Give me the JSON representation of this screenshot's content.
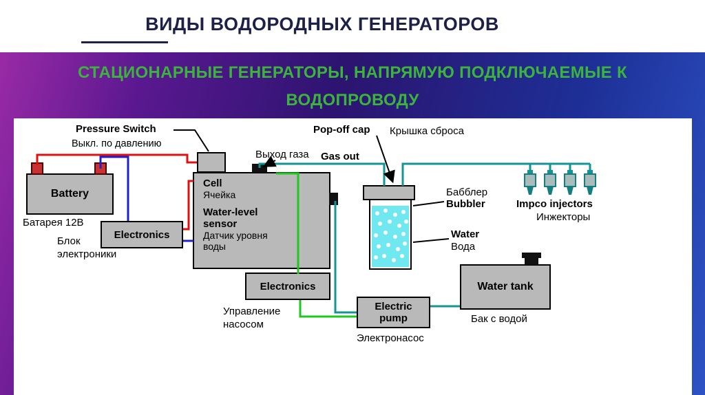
{
  "slide": {
    "title": "ВИДЫ ВОДОРОДНЫХ ГЕНЕРАТОРОВ",
    "subtitle_lines": [
      "СТАЦИОНАРНЫЕ ГЕНЕРАТОРЫ, НАПРЯМУЮ ПОДКЛЮЧАЕМЫЕ К",
      "ВОДОПРОВОДУ"
    ]
  },
  "colors": {
    "accent_green": "#3cb43c",
    "title_navy": "#1d2147",
    "box_gray": "#b9b9b9",
    "wire_red": "#e01010",
    "wire_blue": "#2020c8",
    "wire_green": "#1ec81e",
    "wire_teal": "#149595",
    "water_cyan": "#6fe9ef",
    "terminal_red": "#c83232"
  },
  "diagram": {
    "pressure_switch": {
      "label_en": "Pressure Switch",
      "label_ru": "Выкл. по давлению"
    },
    "battery": {
      "label_en": "Battery",
      "label_ru": "Батарея 12В"
    },
    "electronics_main": {
      "label_en": "Electronics",
      "label_ru_line1": "Блок",
      "label_ru_line2": "электроники"
    },
    "cell": {
      "label_en": "Cell",
      "label_ru": "Ячейка",
      "sensor_en": "Water-level sensor",
      "sensor_ru": "Датчик уровня воды"
    },
    "gas_out": {
      "label_ru": "Выход газа",
      "label_en": "Gas out"
    },
    "pop_off_cap": {
      "label_en": "Pop-off cap",
      "label_ru": "Крышка сброса"
    },
    "bubbler": {
      "label_ru": "Бабблер",
      "label_en": "Bubbler"
    },
    "water": {
      "label_en": "Water",
      "label_ru": "Вода"
    },
    "injectors": {
      "label_en": "Impco injectors",
      "label_ru": "Инжекторы"
    },
    "water_tank": {
      "label_en": "Water tank",
      "label_ru": "Бак с водой"
    },
    "electric_pump": {
      "label_en": "Electric pump",
      "label_ru": "Электронасос"
    },
    "pump_electronics": {
      "label_en": "Electronics",
      "label_ru_line1": "Управление",
      "label_ru_line2": "насосом"
    }
  }
}
